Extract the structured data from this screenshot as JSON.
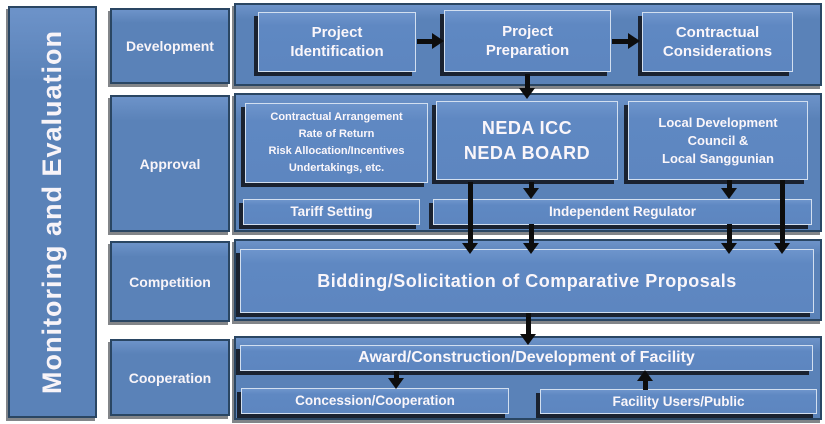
{
  "diagram": {
    "sidebar_label": "Monitoring and Evaluation",
    "rows": {
      "development": {
        "label": "Development",
        "project_identification": "Project Identification",
        "project_preparation": "Project Preparation",
        "contractual_considerations": "Contractual Considerations"
      },
      "approval": {
        "label": "Approval",
        "contract_terms_lines": [
          "Contractual Arrangement",
          "Rate of Return",
          "Risk Allocation/Incentives",
          "Undertakings, etc."
        ],
        "neda_lines": [
          "NEDA ICC",
          "NEDA BOARD"
        ],
        "local_lines": [
          "Local Development",
          "Council &",
          "Local Sanggunian"
        ],
        "tariff_setting": "Tariff Setting",
        "independent_regulator": "Independent Regulator"
      },
      "competition": {
        "label": "Competition",
        "bidding": "Bidding/Solicitation of Comparative Proposals"
      },
      "cooperation": {
        "label": "Cooperation",
        "award": "Award/Construction/Development of Facility",
        "concession": "Concession/Cooperation",
        "facility_users": "Facility Users/Public"
      }
    },
    "colors": {
      "box_blue": "#5a82b8",
      "box_blue_light": "#6e95cc",
      "border_dark_navy": "#2a4663",
      "inner_border_light": "#d2dff0",
      "arrow_black": "#0d0d0d",
      "text_white": "#f8f4f8",
      "background": "#ffffff"
    }
  }
}
